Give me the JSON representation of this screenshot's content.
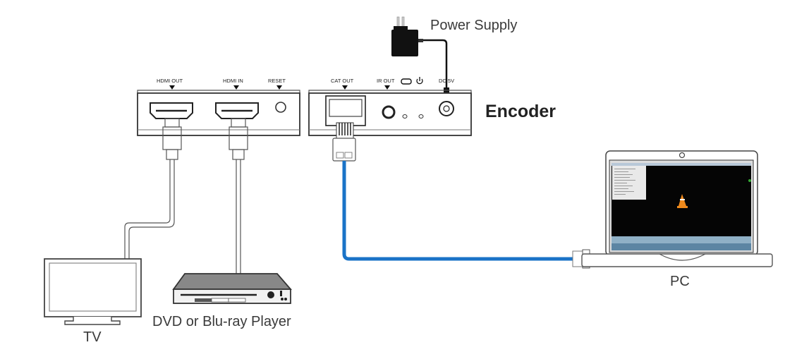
{
  "labels": {
    "power_supply": "Power Supply",
    "encoder": "Encoder",
    "pc": "PC",
    "tv": "TV",
    "player": "DVD or Blu-ray Player"
  },
  "decoder_ports": {
    "hdmi_out": "HDMI OUT",
    "hdmi_in": "HDMI IN",
    "reset": "RESET"
  },
  "encoder_ports": {
    "cat_out": "CAT OUT",
    "ir_out": "IR OUT",
    "dc": "DC 5V"
  },
  "colors": {
    "cat_cable": "#1a73c7",
    "outline": "#333333"
  }
}
